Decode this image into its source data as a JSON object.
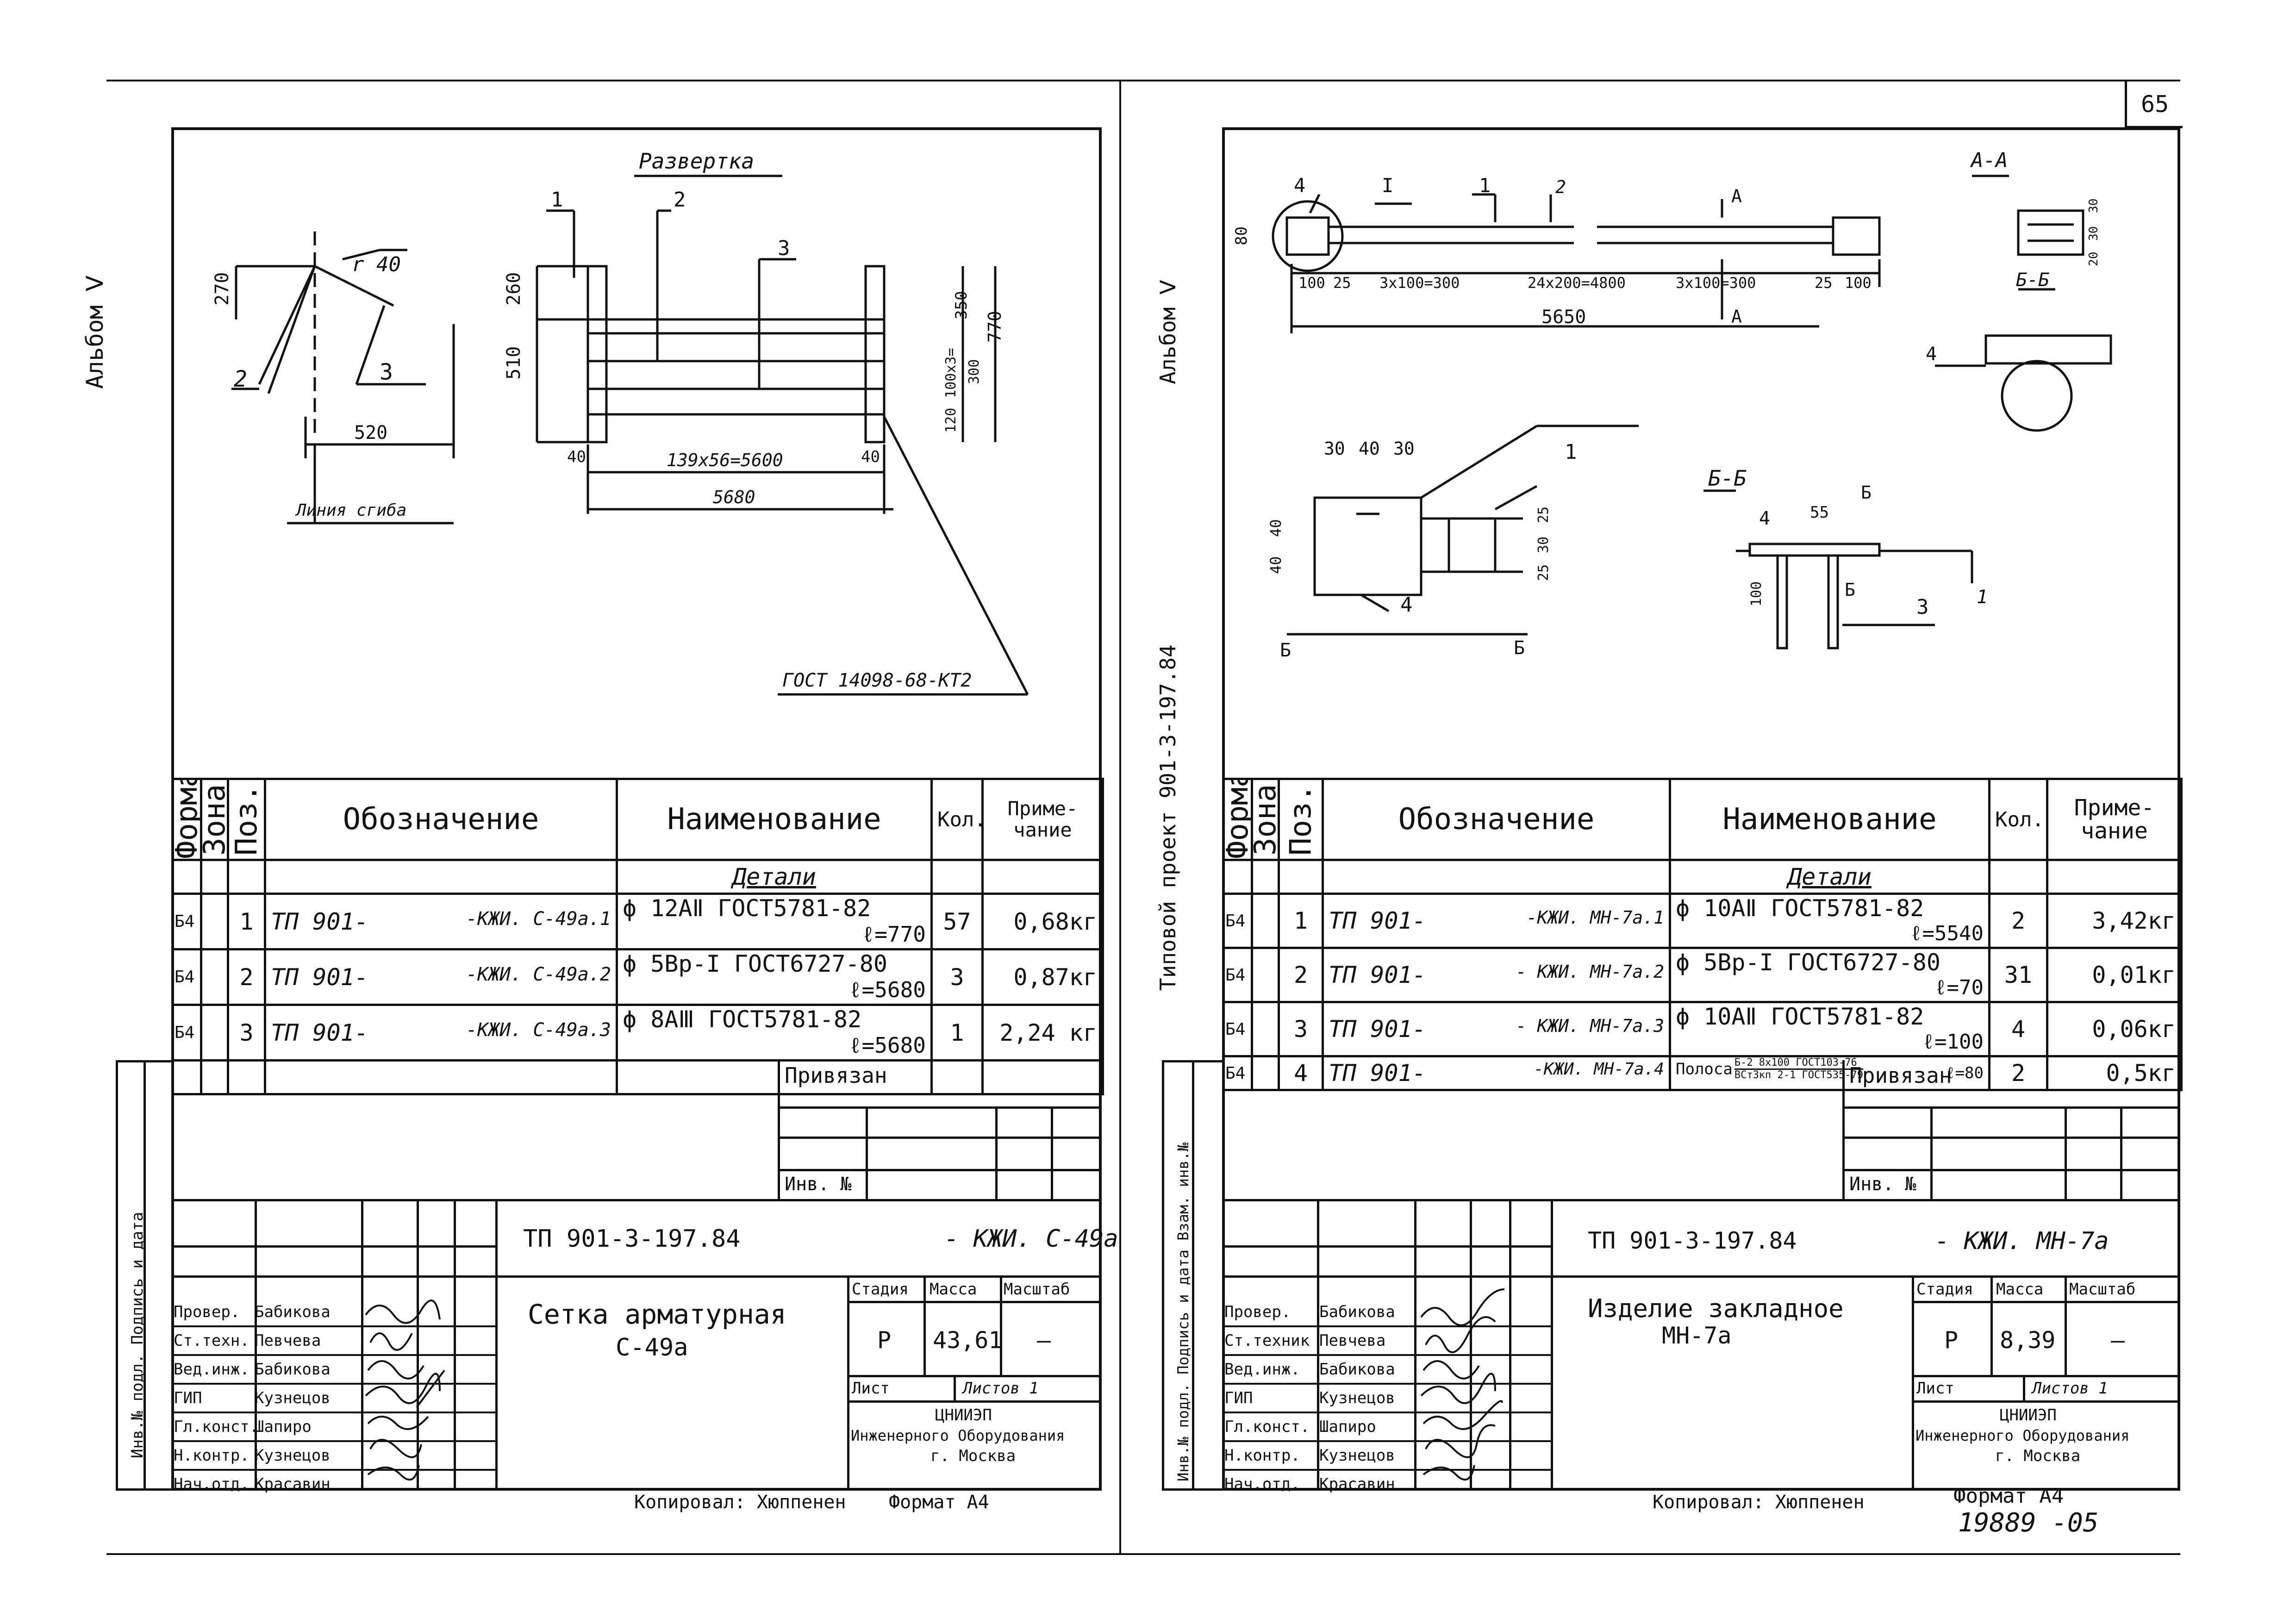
{
  "page_number": "65",
  "left": {
    "margin_label": "Альбом Ⅴ",
    "margin_vertical": "Инв.№ подл.   Подпись и дата",
    "drawing": {
      "title": "Развертка",
      "dims": {
        "d270": "270",
        "r40": "r 40",
        "d520": "520",
        "d260": "260",
        "d510": "510",
        "d40a": "40",
        "d40b": "40",
        "d139": "139x56=5600",
        "d5680": "5680",
        "d350": "350",
        "d770": "770",
        "d100": "100x3=",
        "d300": "300",
        "d120": "120"
      },
      "callouts": {
        "c1": "1",
        "c2": "2",
        "c3": "3",
        "c2b": "2",
        "c3b": "3"
      },
      "fold_line": "Линия сгиба",
      "gost_note": "ГОСТ 14098-68-КТ2"
    },
    "spec": {
      "headers": {
        "format": "Формат",
        "zone": "Зона",
        "pos": "Поз.",
        "designation": "Обозначение",
        "name": "Наименование",
        "qty": "Кол.",
        "note": "Приме-чание"
      },
      "section": "Детали",
      "rows": [
        {
          "format": "Б4",
          "pos": "1",
          "doc": "ТП 901-",
          "code": "-КЖИ. С-49а.1",
          "name": "ϕ 12АⅡ  ГОСТ5781-82",
          "len": "ℓ=770",
          "qty": "57",
          "note": "0,68кг"
        },
        {
          "format": "Б4",
          "pos": "2",
          "doc": "ТП 901-",
          "code": "-КЖИ. С-49а.2",
          "name": "ϕ 5Вр-I  ГОСТ6727-80",
          "len": "ℓ=5680",
          "qty": "3",
          "note": "0,87кг"
        },
        {
          "format": "Б4",
          "pos": "3",
          "doc": "ТП 901-",
          "code": "-КЖИ. С-49а.3",
          "name": "ϕ 8АⅢ  ГОСТ5781-82",
          "len": "ℓ=5680",
          "qty": "1",
          "note": "2,24 кг"
        }
      ]
    },
    "privyazan": "Привязан",
    "inv_no": "Инв. №",
    "doc_code": "ТП 901-3-197.84",
    "doc_suffix": "- КЖИ. С-49а",
    "product_name": "Сетка арматурная",
    "product_code": "С-49а",
    "stage_label": "Стадия",
    "mass_label": "Масса",
    "scale_label": "Масштаб",
    "stage": "Р",
    "mass": "43,61",
    "scale": "—",
    "sheet_label": "Лист",
    "sheets_label": "Листов 1",
    "org": [
      "ЦНИИЭП",
      "Инженерного Оборудования",
      "г. Москва"
    ],
    "signers": [
      {
        "role": "Провер.",
        "name": "Бабикова"
      },
      {
        "role": "Ст.техн.",
        "name": "Певчева"
      },
      {
        "role": "Вед.инж.",
        "name": "Бабикова"
      },
      {
        "role": "ГИП",
        "name": "Кузнецов"
      },
      {
        "role": "Гл.конст.",
        "name": "Шапиро"
      },
      {
        "role": "Н.контр.",
        "name": "Кузнецов"
      },
      {
        "role": "Нач.отд.",
        "name": "Красавин"
      }
    ],
    "copied": "Копировал: Хюппенен",
    "format": "Формат А4"
  },
  "right": {
    "margin_label": "Альбом Ⅴ",
    "margin_project": "Типовой    проект 901-3-197.84",
    "margin_vertical": "Инв.№ подл.   Подпись и дата   Взам. инв.№",
    "drawing": {
      "section_aa": "А-А",
      "section_bb": "Б-Б",
      "section_bb2": "Б-Б",
      "dims": {
        "d80": "80",
        "d100": "100",
        "d25": "25",
        "d3x100": "3x100=300",
        "d24x200": "24x200=4800",
        "d3x100b": "3x100=300",
        "d25b": "25",
        "d100b": "100",
        "d5650": "5650",
        "d30a": "30",
        "d40": "40",
        "d30b": "30",
        "d40v": "40",
        "d40w": "40",
        "d25c": "25",
        "d30c": "30",
        "d25d": "25",
        "d55": "55",
        "d100v": "100",
        "aa1": "30",
        "aa2": "30",
        "aa3": "20"
      },
      "callouts": {
        "c4": "4",
        "cI": "I",
        "c1": "1",
        "c2": "2",
        "cA": "A",
        "cA2": "A",
        "c1b": "1",
        "c4b": "4",
        "c4c": "4",
        "c3": "3",
        "cB1": "Б",
        "cB2": "Б",
        "cB3": "Б",
        "cB4": "Б",
        "c4d": "4",
        "c1c": "1"
      }
    },
    "spec": {
      "headers": {
        "format": "Формат",
        "zone": "Зона",
        "pos": "Поз.",
        "designation": "Обозначение",
        "name": "Наименование",
        "qty": "Кол.",
        "note": "Приме-чание"
      },
      "section": "Детали",
      "rows": [
        {
          "format": "Б4",
          "pos": "1",
          "doc": "ТП 901-",
          "code": "-КЖИ. МН-7а.1",
          "name": "ϕ 10АⅡ  ГОСТ5781-82",
          "len": "ℓ=5540",
          "qty": "2",
          "note": "3,42кг"
        },
        {
          "format": "Б4",
          "pos": "2",
          "doc": "ТП 901-",
          "code": "- КЖИ. МН-7а.2",
          "name": "ϕ 5Вр-I  ГОСТ6727-80",
          "len": "ℓ=70",
          "qty": "31",
          "note": "0,01кг"
        },
        {
          "format": "Б4",
          "pos": "3",
          "doc": "ТП 901-",
          "code": "- КЖИ. МН-7а.3",
          "name": "ϕ 10АⅡ  ГОСТ5781-82",
          "len": "ℓ=100",
          "qty": "4",
          "note": "0,06кг"
        },
        {
          "format": "Б4",
          "pos": "4",
          "doc": "ТП 901-",
          "code": "-КЖИ. МН-7а.4",
          "name": "Полоса",
          "name_top": "Б-2 8x100 ГОСТ103-76",
          "name_bot": "ВСт3кп 2-1 ГОСТ535-79",
          "len": "ℓ=80",
          "qty": "2",
          "note": "0,5кг"
        }
      ]
    },
    "privyazan": "Привязан",
    "inv_no": "Инв. №",
    "doc_code": "ТП 901-3-197.84",
    "doc_suffix": "- КЖИ. МН-7а",
    "product_name": "Изделие закладное",
    "product_code": "МН-7а",
    "stage_label": "Стадия",
    "mass_label": "Масса",
    "scale_label": "Масштаб",
    "stage": "Р",
    "mass": "8,39",
    "scale": "—",
    "sheet_label": "Лист",
    "sheets_label": "Листов 1",
    "org": [
      "ЦНИИЭП",
      "Инженерного Оборудования",
      "г. Москва"
    ],
    "signers": [
      {
        "role": "Провер.",
        "name": "Бабикова"
      },
      {
        "role": "Ст.техник",
        "name": "Певчева"
      },
      {
        "role": "Вед.инж.",
        "name": "Бабикова"
      },
      {
        "role": "ГИП",
        "name": "Кузнецов"
      },
      {
        "role": "Гл.конст.",
        "name": "Шапиро"
      },
      {
        "role": "Н.контр.",
        "name": "Кузнецов"
      },
      {
        "role": "Нач.отд.",
        "name": "Красавин"
      }
    ],
    "copied": "Копировал: Хюппенен",
    "format": "Формат А4",
    "archive_no": "19889 -05"
  }
}
